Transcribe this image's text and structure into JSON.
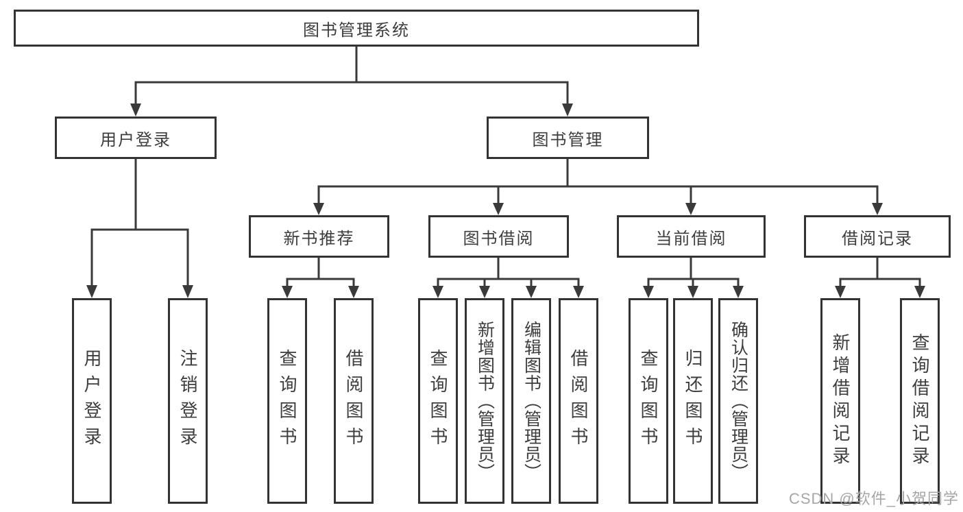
{
  "nodes": {
    "root": "图书管理系统",
    "user_login": "用户登录",
    "book_mgmt": "图书管理",
    "new_book_rec": "新书推荐",
    "book_borrow": "图书借阅",
    "current_borrow": "当前借阅",
    "borrow_record": "借阅记录",
    "ul_user_login": "用户登录",
    "ul_logout": "注销登录",
    "nb_query_book": "查询图书",
    "nb_borrow_book": "借阅图书",
    "bb_query_book": "查询图书",
    "bb_add_book": "新增图书（管理员）",
    "bb_edit_book": "编辑图书（管理员）",
    "bb_borrow_book": "借阅图书",
    "cb_query_book": "查询图书",
    "cb_return_book": "归还图书",
    "cb_confirm_return": "确认归还（管理员）",
    "br_add_record": "新增借阅记录",
    "br_query_record": "查询借阅记录"
  },
  "colors": {
    "line": "#3a3a3a",
    "box_border": "#333333",
    "text": "#3d3d3d",
    "watermark_text": "#a6a6a6",
    "background": "#ffffff"
  },
  "watermark": "CSDN @软件_小贺同学"
}
